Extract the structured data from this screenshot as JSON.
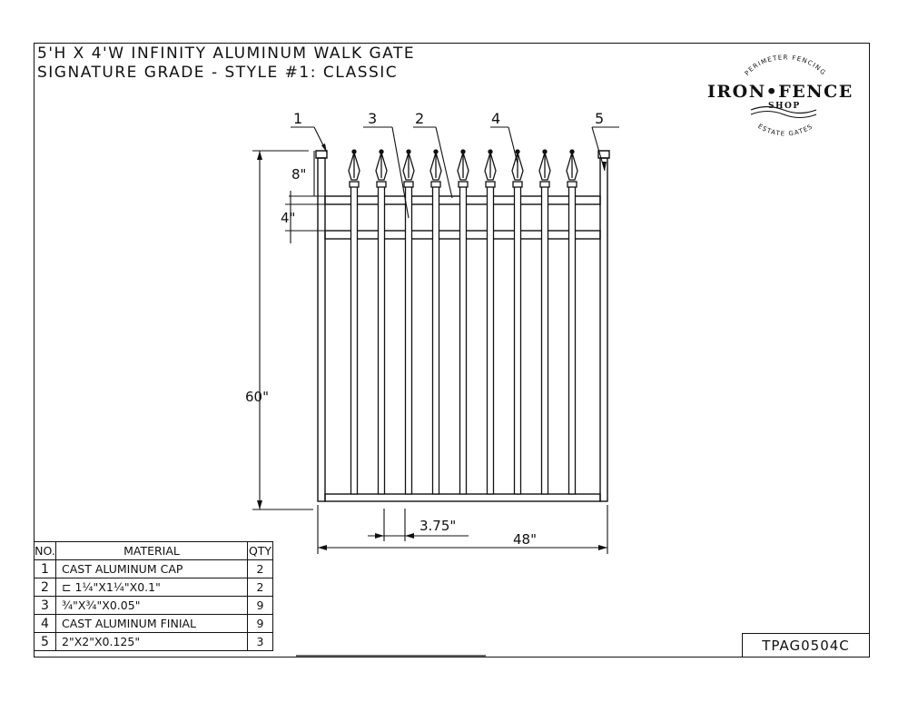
{
  "title": {
    "line1": "5'H X 4'W INFINITY ALUMINUM WALK GATE",
    "line2": "SIGNATURE GRADE - STYLE #1: CLASSIC"
  },
  "logo": {
    "top_arc": "PERIMETER FENCING",
    "main": "IRON•FENCE",
    "shop": "SHOP",
    "bottom_arc": "ESTATE GATES"
  },
  "callouts": [
    "1",
    "3",
    "2",
    "4",
    "5"
  ],
  "dimensions": {
    "finial_height": "8\"",
    "rail_spacing": "4\"",
    "gate_height": "60\"",
    "picket_spacing": "3.75\"",
    "gate_width": "48\""
  },
  "bom": {
    "headers": {
      "no": "NO.",
      "material": "MATERIAL",
      "qty": "QTY"
    },
    "rows": [
      {
        "no": "1",
        "material": "CAST ALUMINUM CAP",
        "qty": "2"
      },
      {
        "no": "2",
        "material": "⊏ 1¼\"X1¼\"X0.1\"",
        "qty": "2"
      },
      {
        "no": "3",
        "material": "¾\"X¾\"X0.05\"",
        "qty": "9"
      },
      {
        "no": "4",
        "material": "CAST ALUMINUM FINIAL",
        "qty": "9"
      },
      {
        "no": "5",
        "material": "2\"X2\"X0.125\"",
        "qty": "3"
      }
    ]
  },
  "drawing_number": "TPAG0504C"
}
